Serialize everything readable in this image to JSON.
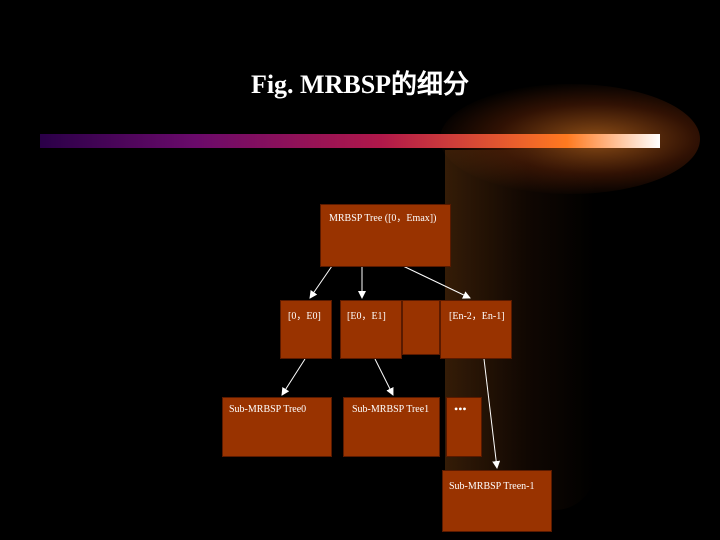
{
  "title": "Fig. MRBSP的细分",
  "nodes": {
    "root": "MRBSP Tree ([0，Emax])",
    "range_0": "[0，E0]",
    "range_1": "[E0，E1]",
    "range_n": "[En-2，En-1]",
    "sub_0": "Sub-MRBSP Tree0",
    "sub_1": "Sub-MRBSP Tree1",
    "ellipsis": "•••",
    "sub_n": "Sub-MRBSP Treen-1"
  },
  "colors": {
    "box": "#993300",
    "arrow": "#ffffff",
    "background": "#000000"
  }
}
